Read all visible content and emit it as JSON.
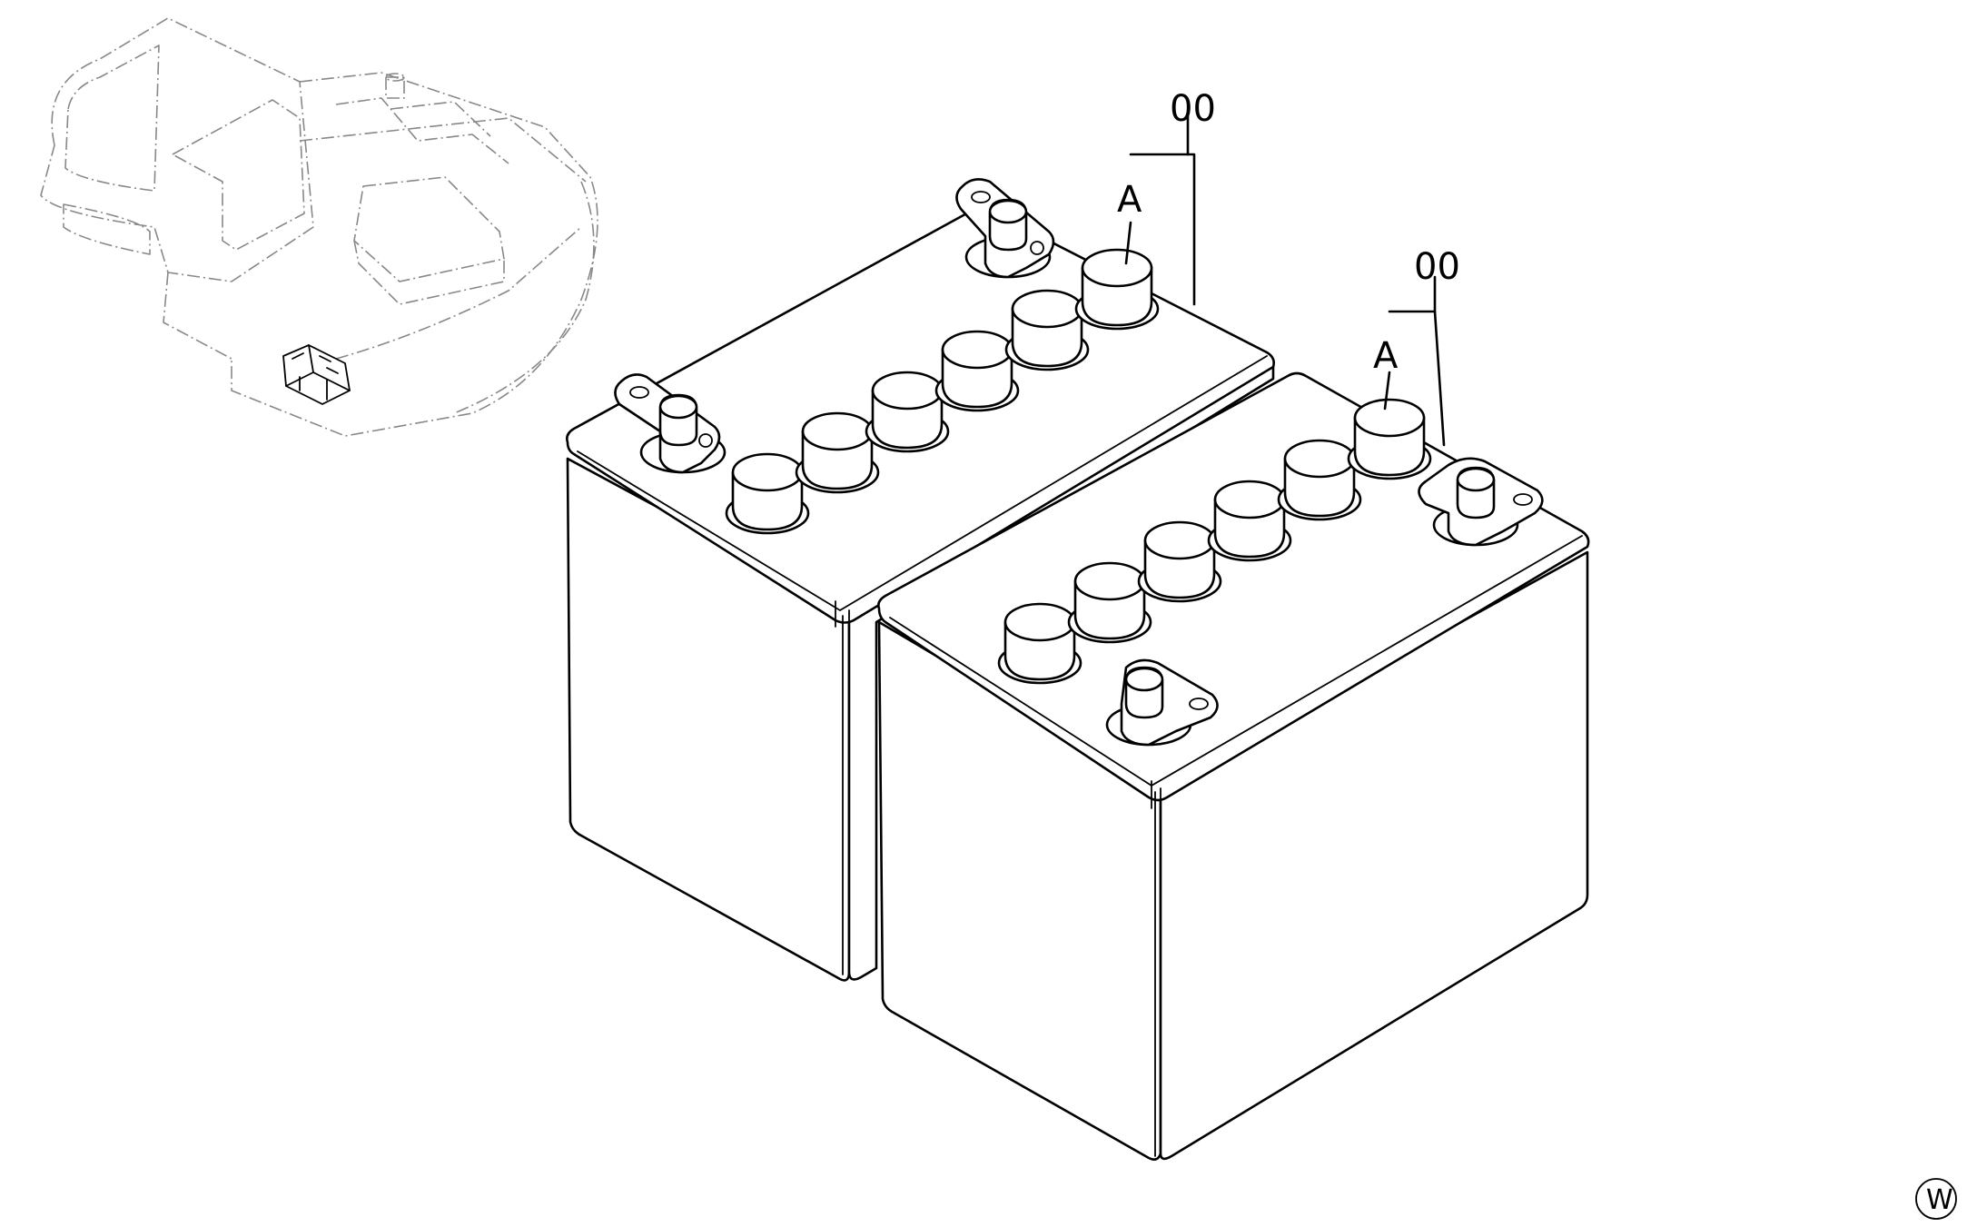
{
  "callouts": {
    "left_battery_ref": "00",
    "left_battery_part": "A",
    "right_battery_ref": "00",
    "right_battery_part": "A"
  },
  "corner_mark": "W",
  "colors": {
    "line": "#000000",
    "ghost_line": "#888888",
    "background": "#ffffff"
  }
}
